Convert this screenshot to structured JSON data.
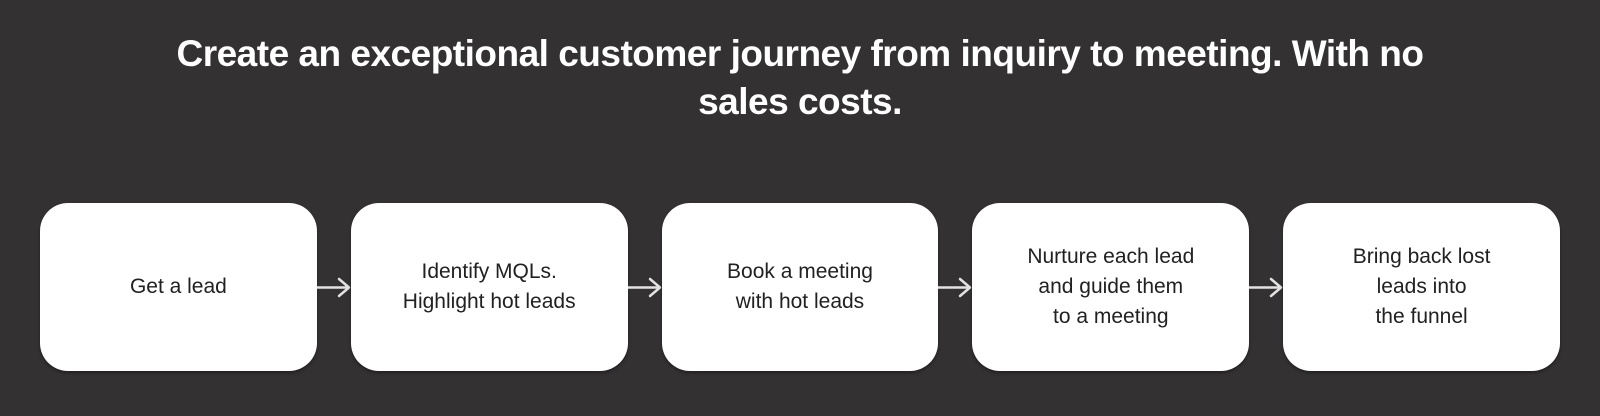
{
  "colors": {
    "background": "#333132",
    "card_background": "#ffffff",
    "heading_text": "#ffffff",
    "card_text": "#212121",
    "arrow": "#e3e3e3"
  },
  "heading": {
    "text": "Create an exceptional customer journey from inquiry to meeting. With no\nsales costs."
  },
  "flow": {
    "steps": [
      {
        "label": "Get a lead"
      },
      {
        "label": "Identify MQLs.\nHighlight hot leads"
      },
      {
        "label": "Book a meeting\nwith hot leads"
      },
      {
        "label": "Nurture each lead\nand guide them\nto a meeting"
      },
      {
        "label": "Bring back lost\nleads into\nthe funnel"
      }
    ]
  }
}
